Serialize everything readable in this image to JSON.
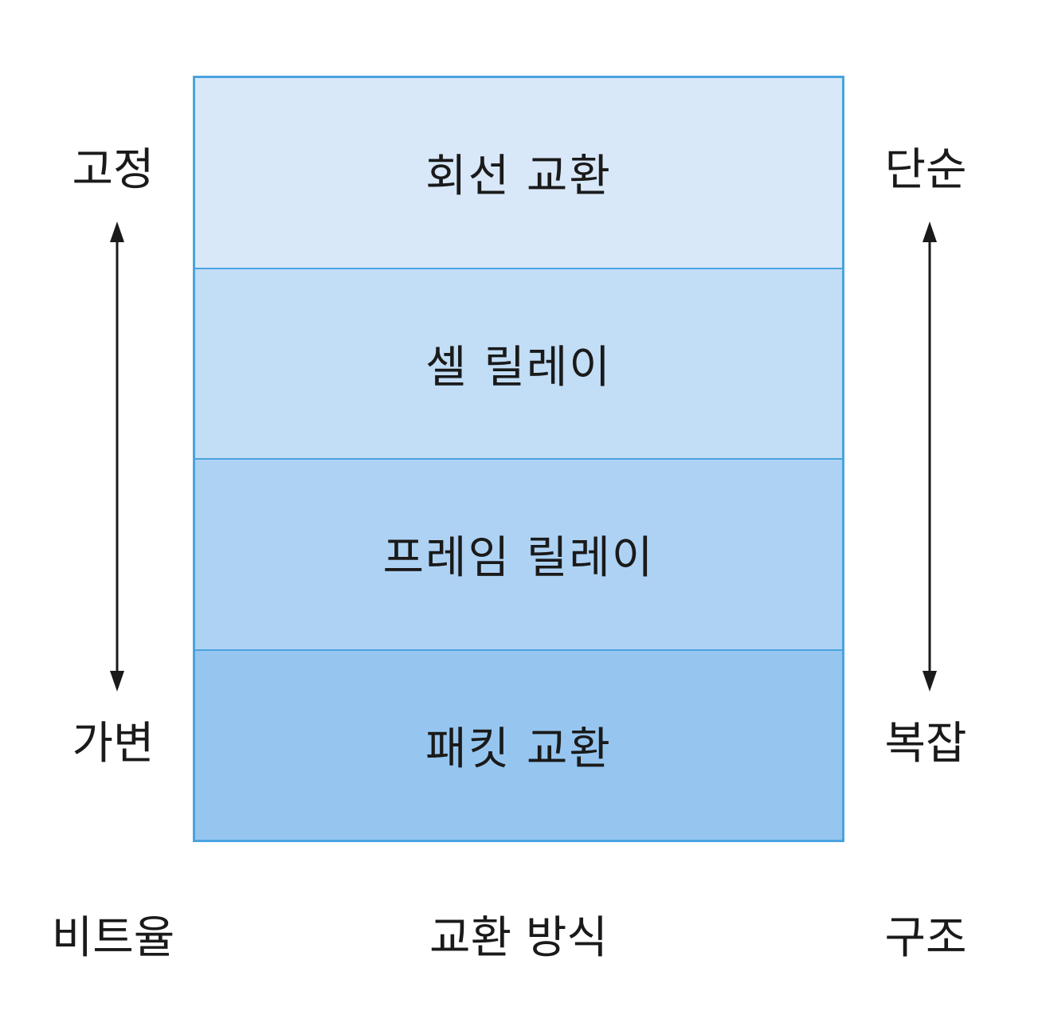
{
  "layers": [
    {
      "label": "회선 교환"
    },
    {
      "label": "셀 릴레이"
    },
    {
      "label": "프레임 릴레이"
    },
    {
      "label": "패킷 교환"
    }
  ],
  "left_axis": {
    "top_label": "고정",
    "bottom_label": "가변",
    "footer": "비트율"
  },
  "right_axis": {
    "top_label": "단순",
    "bottom_label": "복잡",
    "footer": "구조"
  },
  "center_footer": "교환 방식",
  "colors": {
    "border": "#4aa3df",
    "layer_1": "#d8e8f9",
    "layer_2": "#c2ddf6",
    "layer_3": "#aed2f4",
    "layer_4": "#96c6f0",
    "arrow": "#1a1a1a"
  }
}
